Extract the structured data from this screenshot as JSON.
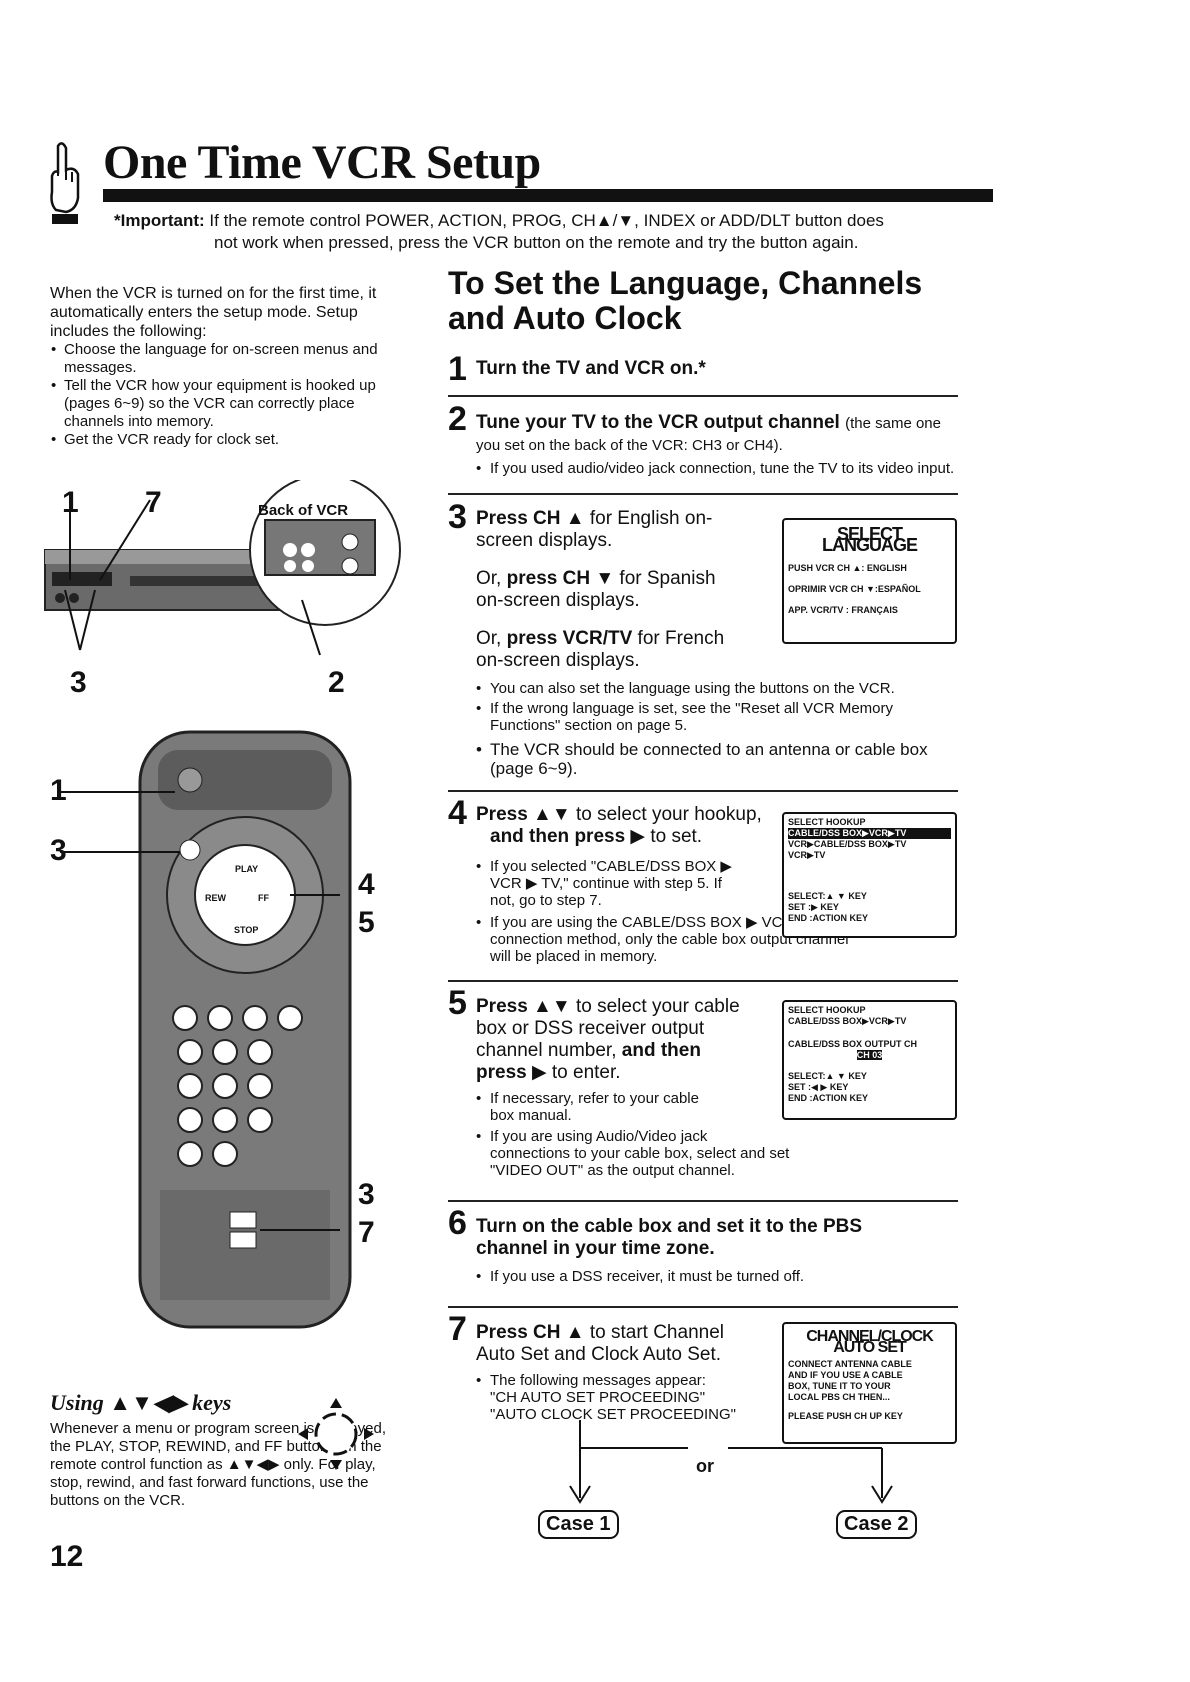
{
  "page": {
    "title": "One Time VCR Setup",
    "important_label": "*Important:",
    "important_line1": "If the remote control POWER, ACTION, PROG, CH▲/▼, INDEX or ADD/DLT button does",
    "important_line2": "not work when pressed, press the VCR button on the remote and try the button again.",
    "page_number": "12"
  },
  "intro": {
    "text": "When the VCR is turned on for the first time, it automatically enters the setup mode. Setup includes the following:",
    "bullets": [
      "Choose the language for on-screen menus and messages.",
      "Tell the VCR how your equipment is hooked up (pages 6~9) so the VCR can correctly place channels into memory.",
      "Get the VCR ready for clock set."
    ]
  },
  "vcr_illustration": {
    "callouts": [
      "1",
      "7",
      "3",
      "2"
    ],
    "back_label": "Back of VCR"
  },
  "remote_illustration": {
    "callouts_left": [
      "1",
      "3"
    ],
    "callouts_right": [
      "4",
      "5",
      "3",
      "7"
    ],
    "play": "PLAY",
    "rew": "REW",
    "ff": "FF",
    "stop": "STOP"
  },
  "using_keys": {
    "heading": "Using ▲▼◀▶ keys",
    "text": "Whenever a menu or program screen is displayed, the PLAY, STOP, REWIND, and FF buttons on the remote control function as ▲▼◀▶ only. For play, stop, rewind, and fast forward functions, use the buttons on the VCR."
  },
  "section_title": "To Set the Language, Channels and Auto Clock",
  "steps": {
    "s1": {
      "num": "1",
      "text": "Turn the TV and VCR on.*"
    },
    "s2": {
      "num": "2",
      "text_bold": "Tune your TV to the VCR output channel",
      "text_small": "(the same one you set on the back of the VCR: CH3 or CH4).",
      "bullet": "If you used audio/video jack connection, tune the TV to its video input."
    },
    "s3": {
      "num": "3",
      "l1b": "Press CH ▲",
      "l1": " for English on-screen displays.",
      "l2a": "Or, ",
      "l2b": "press CH ▼",
      "l2": " for Spanish on-screen displays.",
      "l3a": "Or, ",
      "l3b": "press VCR/TV",
      "l3": " for French on-screen displays.",
      "bullets": [
        "You can also set the language using the buttons on the VCR.",
        "If the wrong language is set, see the \"Reset all VCR Memory Functions\" section on page 5.",
        "The VCR should be connected to an antenna or cable box (page 6~9)."
      ],
      "screen": {
        "title": "SELECT LANGUAGE",
        "rows": [
          "PUSH VCR CH  ▲: ENGLISH",
          "OPRIMIR VCR CH ▼:ESPAÑOL",
          "APP. VCR/TV   : FRANÇAIS"
        ]
      }
    },
    "s4": {
      "num": "4",
      "l1b": "Press ▲▼",
      "l1": " to select your hookup,",
      "l2b": "and then press ▶",
      "l2": " to set.",
      "bullets": [
        "If you selected \"CABLE/DSS BOX ▶ VCR ▶ TV,\" continue with step 5. If not, go to step 7.",
        "If you are using the CABLE/DSS BOX ▶ VCR ▶ TV connection method, only the cable box output channel will be placed in memory."
      ],
      "screen": {
        "title": "SELECT HOOKUP",
        "hl": "CABLE/DSS BOX▶VCR▶TV",
        "rows": [
          "VCR▶CABLE/DSS BOX▶TV",
          "VCR▶TV",
          "SELECT:▲ ▼ KEY",
          "SET    :▶ KEY",
          "END    :ACTION KEY"
        ]
      }
    },
    "s5": {
      "num": "5",
      "l1b": "Press ▲▼",
      "l1": " to select your cable box or DSS receiver output channel number, ",
      "l2b": "and then press ▶",
      "l2": " to enter.",
      "bullets": [
        "If necessary, refer to your cable box manual.",
        "If you are using Audio/Video jack connections to your cable box, select and set \"VIDEO OUT\" as the output channel."
      ],
      "screen": {
        "title": "SELECT HOOKUP",
        "sub": "CABLE/DSS BOX▶VCR▶TV",
        "row": "CABLE/DSS BOX OUTPUT CH",
        "hl": "CH 03",
        "rows": [
          "SELECT:▲ ▼ KEY",
          "SET    :◀ ▶ KEY",
          "END    :ACTION KEY"
        ]
      }
    },
    "s6": {
      "num": "6",
      "text": "Turn on the cable box and set it to the PBS channel in your time zone.",
      "bullet": "If you use a DSS receiver, it must be turned off."
    },
    "s7": {
      "num": "7",
      "l1b": "Press CH ▲",
      "l1": " to start Channel Auto Set and Clock Auto Set.",
      "bullet_intro": "The following messages appear:",
      "msg1": "\"CH AUTO SET PROCEEDING\"",
      "msg2": "\"AUTO CLOCK SET PROCEEDING\"",
      "or": "or",
      "case1": "Case 1",
      "case2": "Case 2",
      "screen": {
        "title": "CHANNEL/CLOCK AUTO SET",
        "rows": [
          "CONNECT ANTENNA CABLE",
          "AND IF YOU USE A CABLE",
          "BOX, TUNE IT TO YOUR",
          "LOCAL PBS CH THEN...",
          "PLEASE PUSH CH UP KEY"
        ]
      }
    }
  }
}
